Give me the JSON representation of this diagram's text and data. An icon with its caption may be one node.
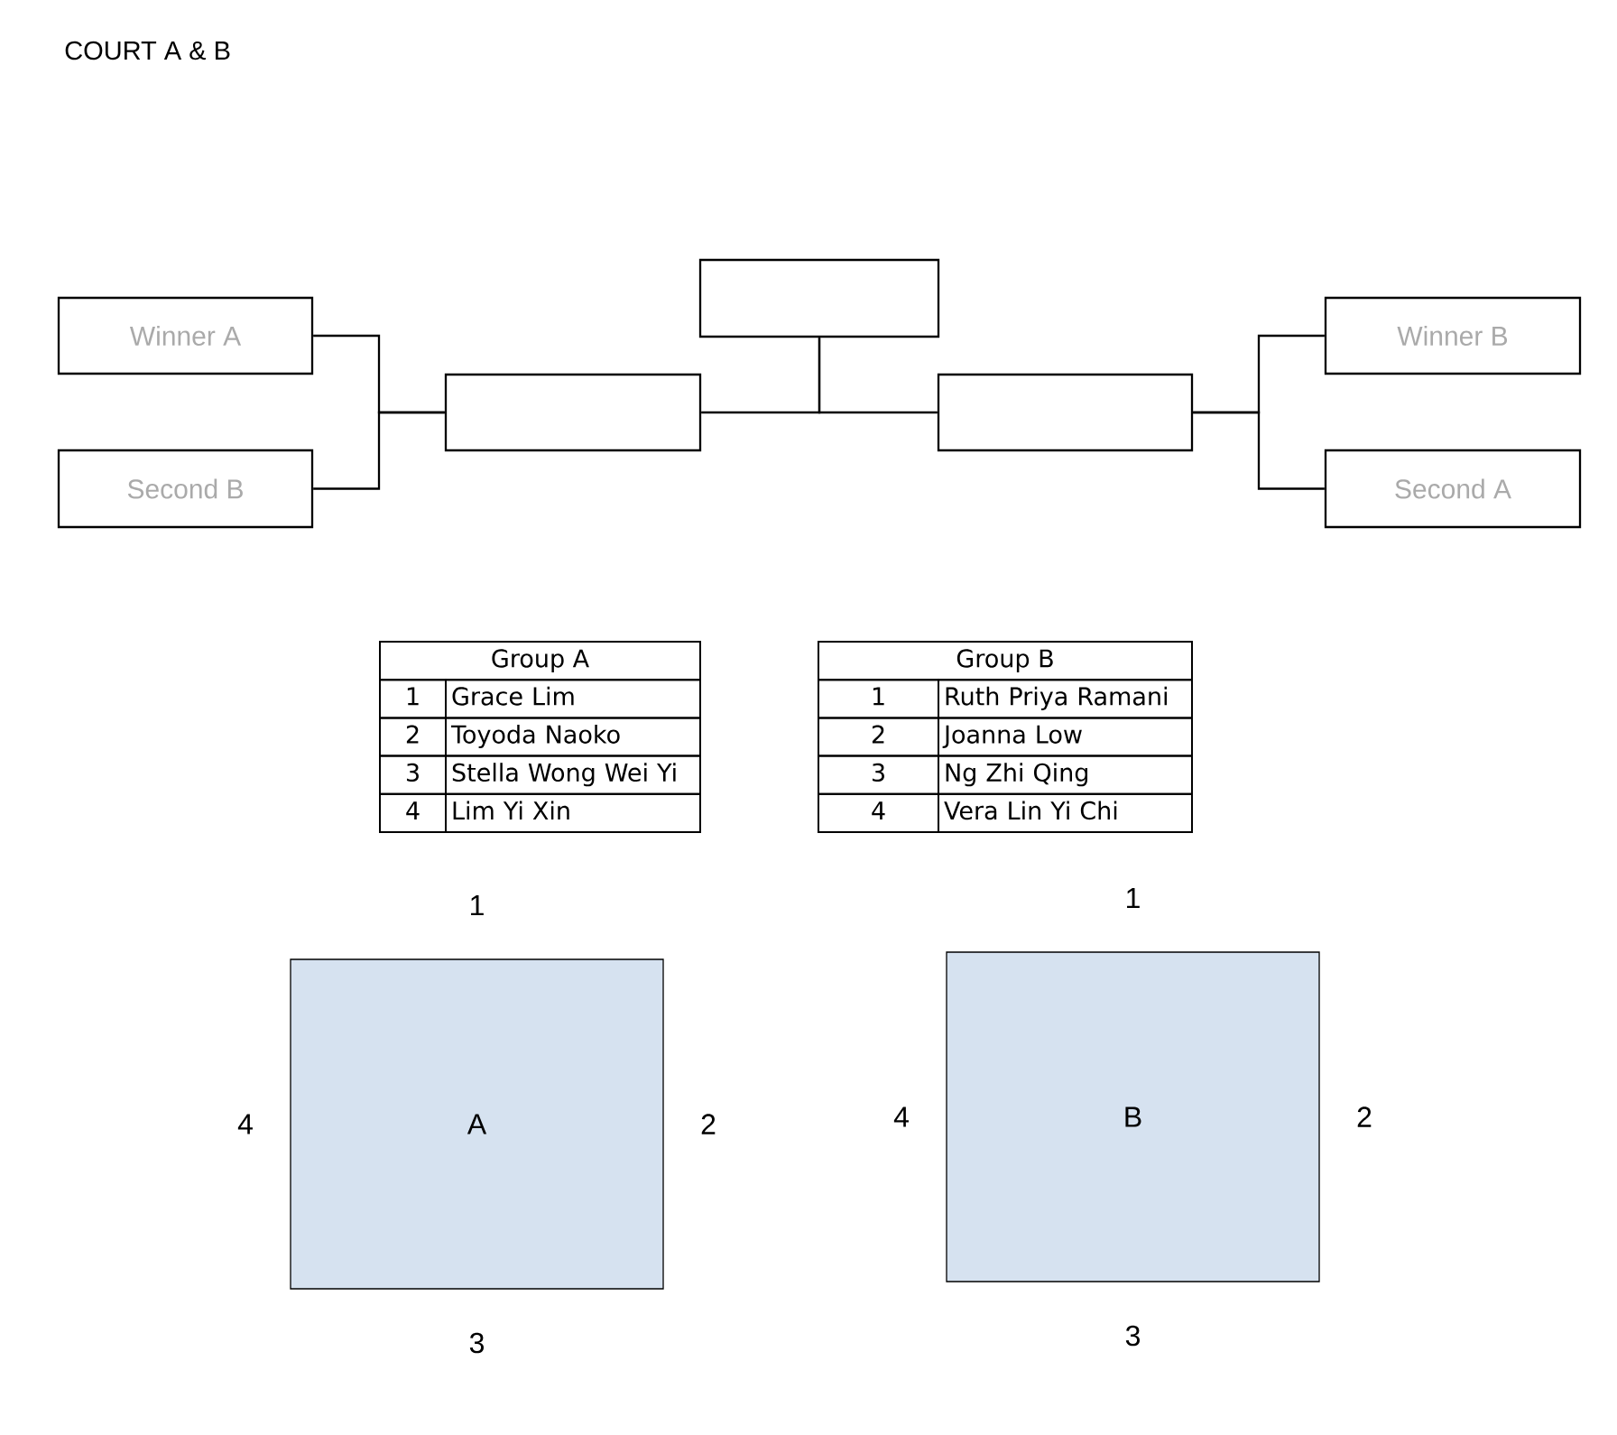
{
  "diagram": {
    "title": "COURT A & B",
    "nodes": [
      {
        "text": [
          "Winner A"
        ]
      },
      {
        "text": [
          "Second B"
        ]
      },
      {
        "text": [],
        "shape": "box"
      },
      {
        "text": [],
        "shape": "box"
      },
      {
        "text": [],
        "shape": "box"
      },
      {
        "text": [
          "Winner B"
        ]
      },
      {
        "text": [
          "Second A"
        ]
      },
      {
        "text": [
          "A"
        ],
        "beside": [
          "1",
          "4",
          "2",
          "3"
        ]
      },
      {
        "text": [
          "B"
        ],
        "beside": [
          "1",
          "4",
          "2",
          "3"
        ]
      }
    ],
    "edges": [
      {
        "from": 0,
        "to": 2,
        "arrow": "none"
      },
      {
        "from": 1,
        "to": 2,
        "arrow": "none"
      },
      {
        "from": 2,
        "to": 3,
        "arrow": "none"
      },
      {
        "from": 4,
        "to": 3,
        "arrow": "none"
      },
      {
        "from": 5,
        "to": 4,
        "arrow": "none"
      },
      {
        "from": 6,
        "to": 4,
        "arrow": "none"
      }
    ],
    "labels": [
      "Group A",
      "1",
      "Grace Lim",
      "2",
      "Toyoda Naoko",
      "3",
      "Stella Wong Wei Yi",
      "4",
      "Lim Yi Xin",
      "Group B",
      "1",
      "Ruth Priya Ramani",
      "2",
      "Joanna Low",
      "3",
      "Ng Zhi Qing",
      "4",
      "Vera Lin Yi Chi"
    ]
  }
}
